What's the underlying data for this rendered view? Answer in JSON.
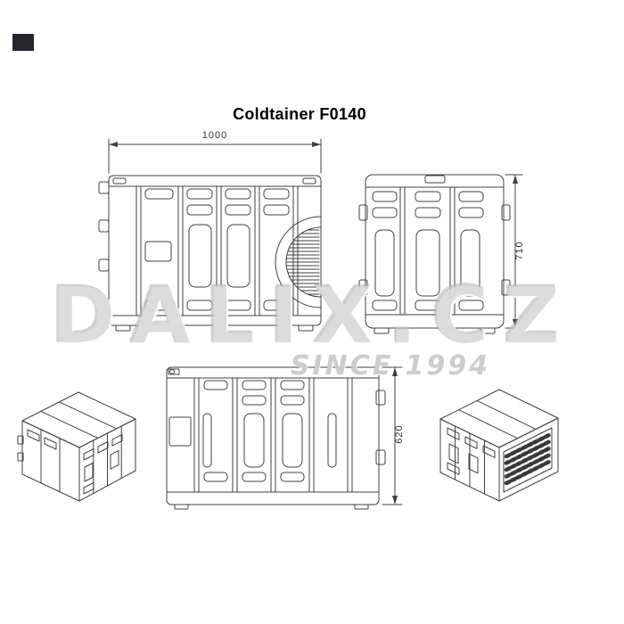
{
  "page": {
    "title": "Coldtainer F0140"
  },
  "dimensions": {
    "width": "1000",
    "height": "710",
    "depth": "620"
  },
  "watermark": {
    "brand": "DALIX.CZ",
    "tagline": "SINCE 1994"
  },
  "colors": {
    "line": "#404040",
    "watermark": "#c8c8c8",
    "corner_logo": "#262630",
    "background": "#ffffff"
  }
}
